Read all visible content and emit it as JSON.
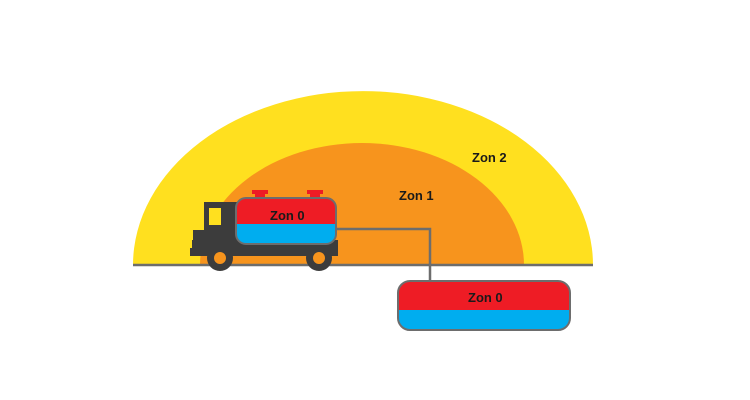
{
  "diagram": {
    "labels": {
      "zone2": "Zon 2",
      "zone1": "Zon 1",
      "truck_tank": "Zon 0",
      "storage_tank": "Zon 0"
    },
    "colors": {
      "zone2_fill": "#ffe01f",
      "zone1_fill": "#f7941d",
      "tank_gas": "#ee1c25",
      "tank_liquid": "#00adef",
      "truck_body": "#3c3c3c",
      "wheel_hub": "#f7941d",
      "ground_line": "#6d6d6d",
      "pipe": "#6d6d6d",
      "outline": "#6d6d6d"
    },
    "icons": {
      "truck": "tanker-truck-icon",
      "storage": "storage-tank-icon"
    }
  }
}
